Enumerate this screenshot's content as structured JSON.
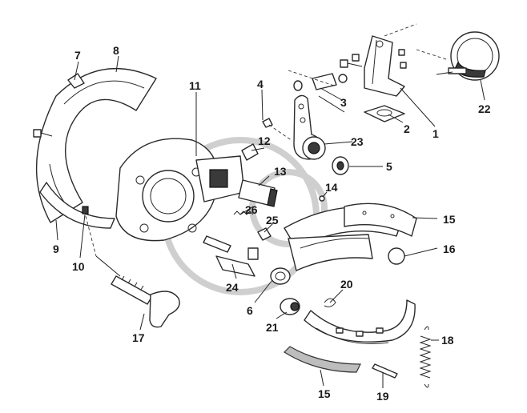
{
  "callouts": {
    "c1": "1",
    "c2": "2",
    "c3": "3",
    "c4": "4",
    "c5": "5",
    "c6": "6",
    "c7": "7",
    "c8": "8",
    "c9": "9",
    "c10": "10",
    "c11": "11",
    "c12": "12",
    "c13": "13",
    "c14": "14",
    "c15a": "15",
    "c15b": "15",
    "c16": "16",
    "c17": "17",
    "c18": "18",
    "c19": "19",
    "c20": "20",
    "c21": "21",
    "c22": "22",
    "c23": "23",
    "c24": "24",
    "c25": "25",
    "c26": "26"
  }
}
